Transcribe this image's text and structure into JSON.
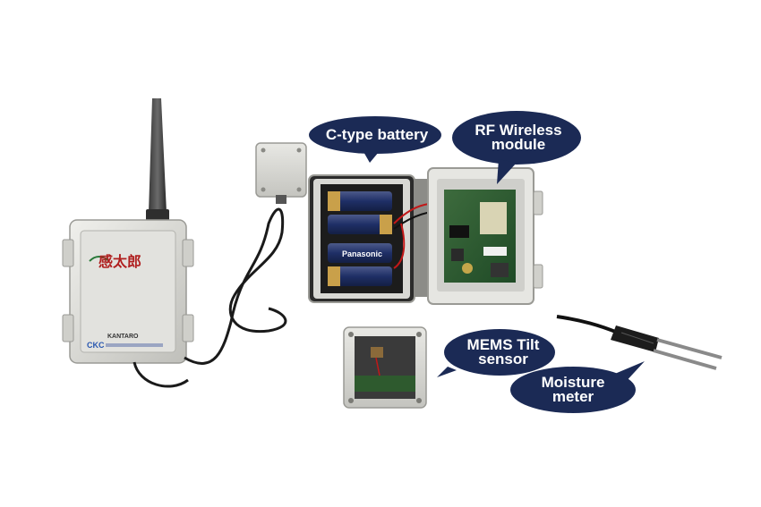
{
  "image_type": "product photo with callout labels",
  "callouts": {
    "battery": "C-type battery",
    "rf_line1": "RF Wireless",
    "rf_line2": "module",
    "mems_line1": "MEMS Tilt",
    "mems_line2": "sensor",
    "moisture_line1": "Moisture",
    "moisture_line2": "meter"
  },
  "device": {
    "logo_jp": "感太郎",
    "brand": "KANTARO",
    "company": "CKC",
    "battery_brand": "Panasonic"
  },
  "colors": {
    "callout_fill": "#1b2a55",
    "callout_text": "#ffffff",
    "enclosure": "#dcdcd8",
    "background": "#ffffff"
  }
}
